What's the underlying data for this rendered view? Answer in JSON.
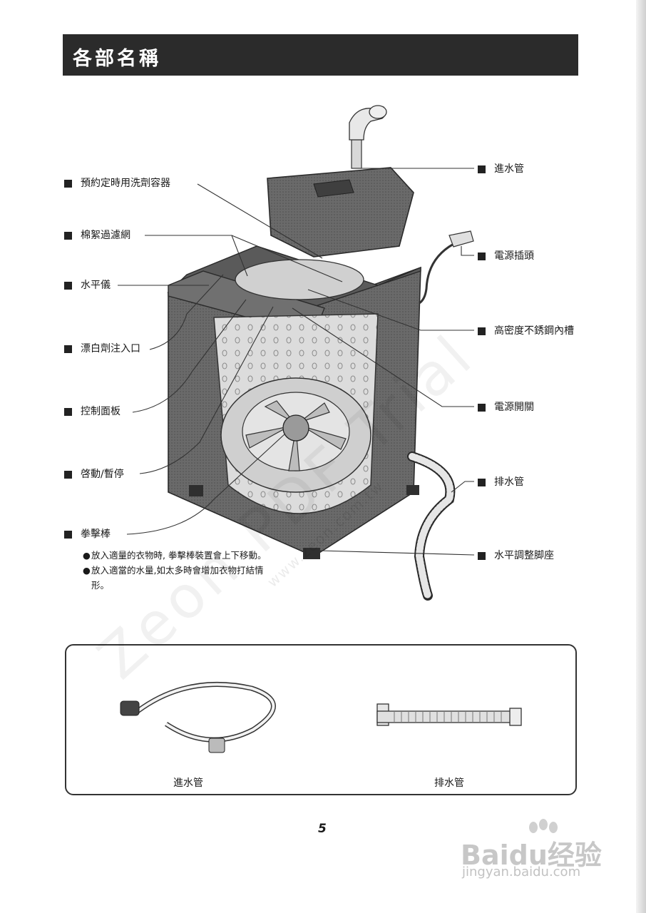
{
  "header": {
    "title": "各部名稱"
  },
  "labels": {
    "detergent_container": "預約定時用洗劑容器",
    "lint_filter": "棉絮過濾網",
    "level_gauge": "水平儀",
    "bleach_inlet": "漂白劑注入口",
    "control_panel": "控制面板",
    "start_pause": "啓動/暫停",
    "pulsator": "拳擊棒",
    "inlet_hose": "進水管",
    "power_plug": "電源插頭",
    "inner_tub": "高密度不銹鋼內槽",
    "power_switch": "電源開關",
    "drain_hose": "排水管",
    "leveling_feet": "水平調整脚座"
  },
  "notes": [
    {
      "bullet": "●",
      "text": "放入適量的衣物時, 拳擊棒裝置會上下移動。"
    },
    {
      "bullet": "●",
      "text": "放入適當的水量,如太多時會增加衣物打結情形。"
    }
  ],
  "accessories": {
    "inlet_hose": "進水管",
    "drain_hose": "排水管"
  },
  "page_number": "5",
  "watermark": {
    "main": "Zeon PDF Trial",
    "url": "www.zeon.com.tw"
  },
  "brand": {
    "name": "Baidu经验",
    "url": "jingyan.baidu.com"
  },
  "icons": [
    "bullet-square-icon",
    "washing-machine-illustration",
    "inlet-hose-illustration",
    "drain-hose-illustration",
    "baidu-paw-icon"
  ]
}
